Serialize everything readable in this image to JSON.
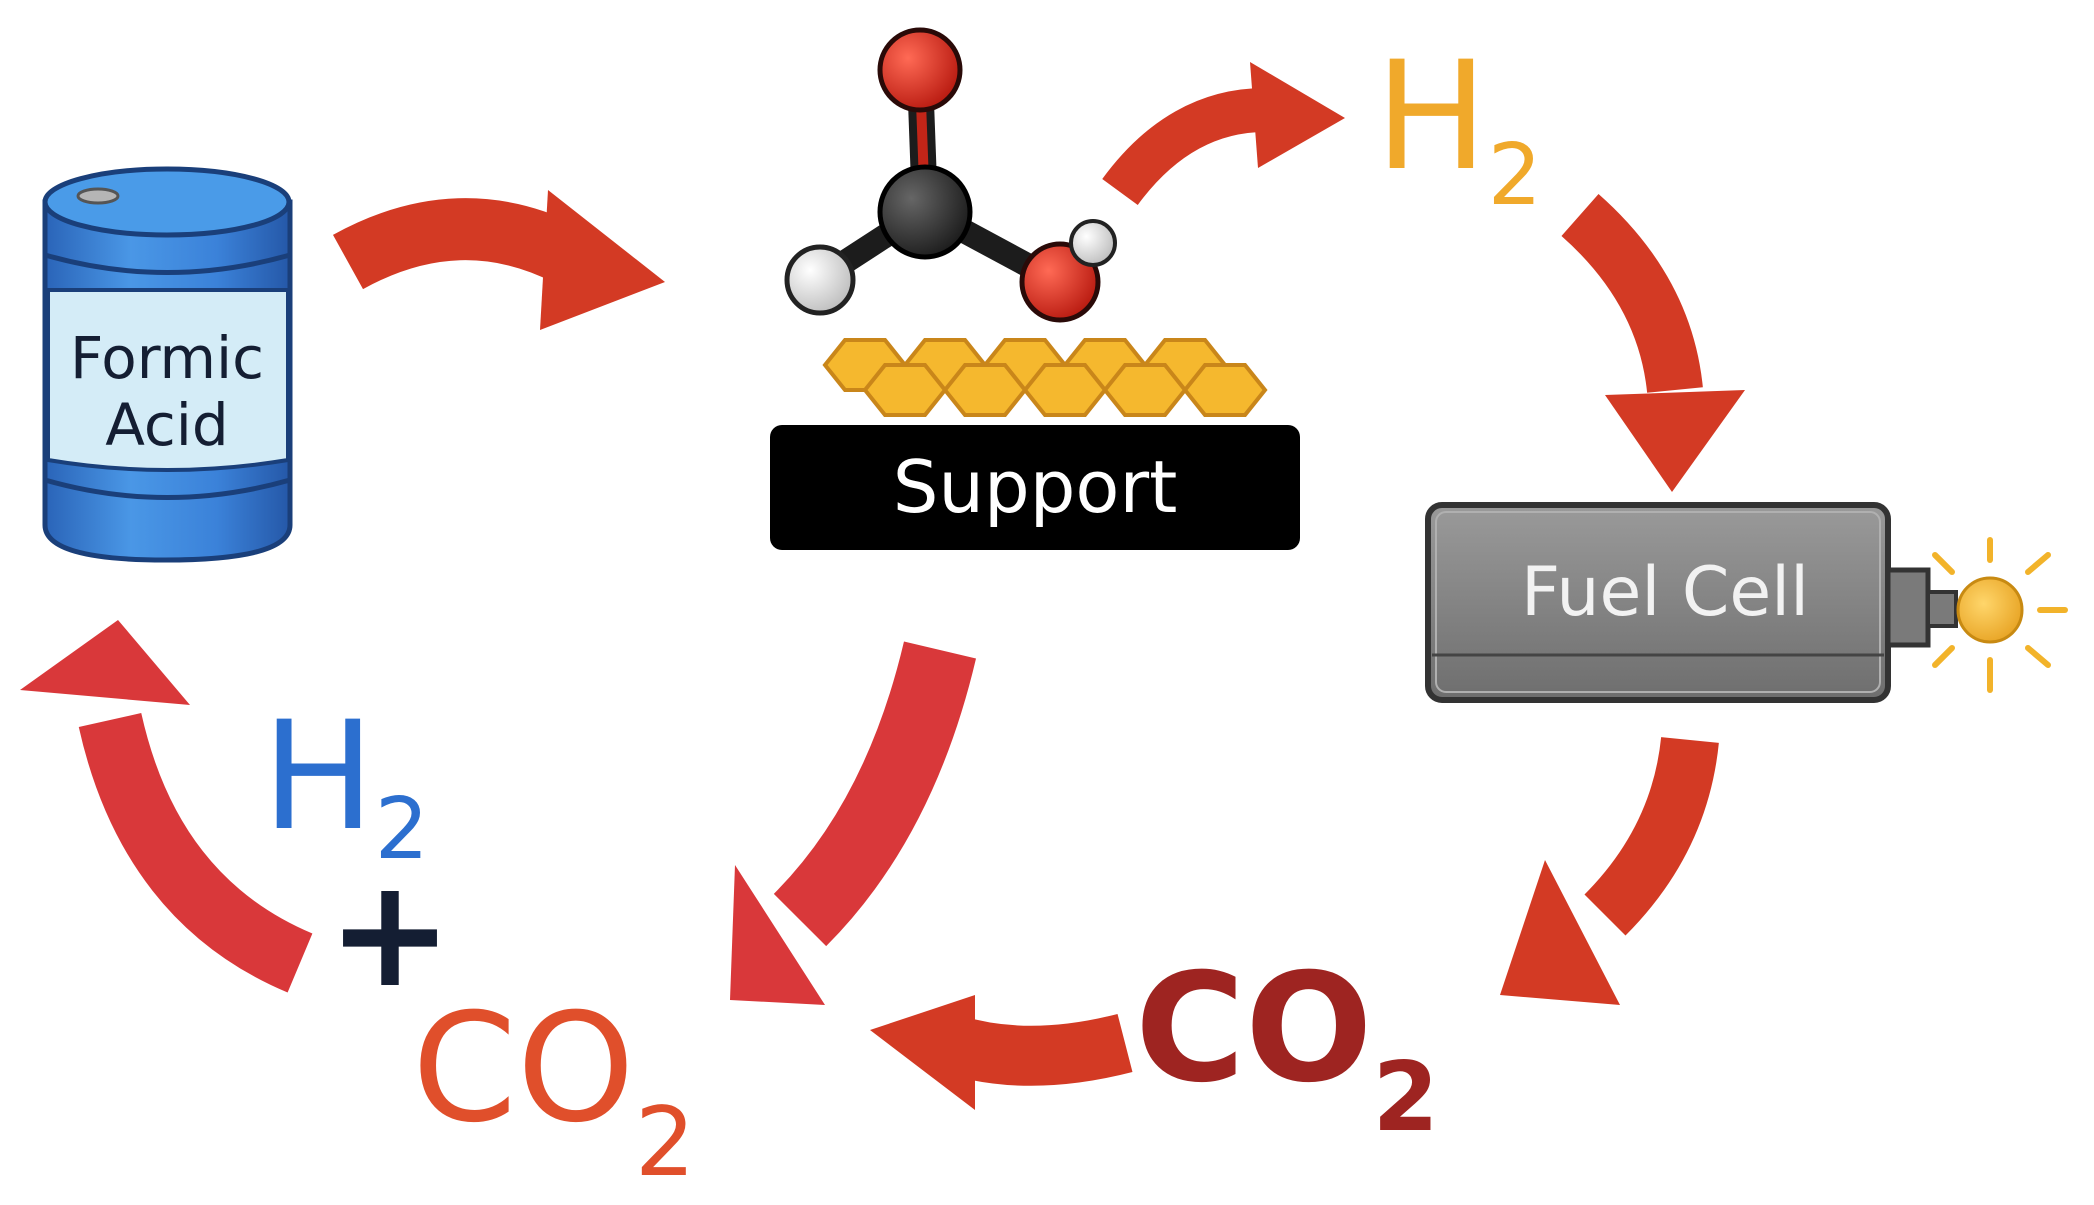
{
  "labels": {
    "barrel": [
      "Formic",
      "Acid"
    ],
    "support": "Support",
    "fuel_cell": "Fuel Cell",
    "h2_top": {
      "element": "H",
      "subscript": "2"
    },
    "co2_right": {
      "element": "CO",
      "subscript": "2"
    },
    "h2_left": {
      "element": "H",
      "subscript": "2"
    },
    "plus": "+",
    "co2_bottom": {
      "element": "CO",
      "subscript": "2"
    }
  },
  "colors": {
    "arrow_orange_red": "#d33a24",
    "arrow_red": "#d9383a",
    "barrel_blue": "#3b82d9",
    "barrel_label_bg": "#d4ecf7",
    "support_black": "#000000",
    "catalyst_gold": "#f5b82e",
    "fuel_cell_gray": "#888888",
    "bulb_yellow": "#f2b32a",
    "h2_top_color": "#f0a92b",
    "h2_left_color": "#2c6fcf",
    "co2_right_color": "#9e2421",
    "co2_bottom_color": "#e04f2b",
    "plus_color": "#141e33",
    "atom_oxygen": "#d92a1f",
    "atom_carbon": "#333333",
    "atom_hydrogen": "#f2f2f2"
  },
  "icons": [
    "barrel-icon",
    "formic-acid-molecule-icon",
    "catalyst-hexagon-icon",
    "fuel-cell-icon",
    "light-bulb-icon"
  ]
}
